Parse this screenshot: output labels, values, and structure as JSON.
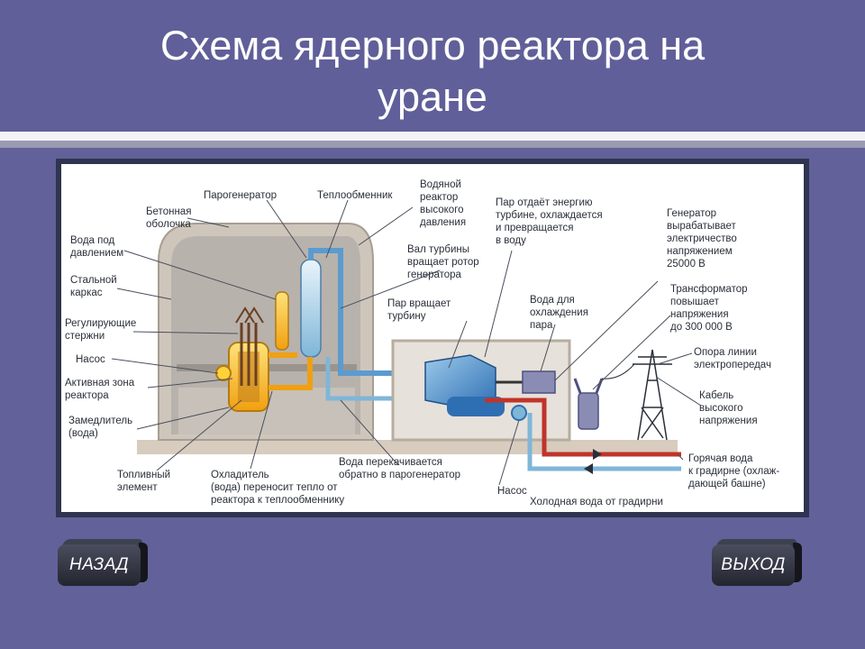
{
  "slide": {
    "title_line1": "Схема ядерного реактора на",
    "title_line2": "уране"
  },
  "diagram": {
    "labels": {
      "parogenerator": "Парогенератор",
      "teploobmennik": "Теплообменник",
      "vodyanoy_1": "Водяной",
      "vodyanoy_2": "реактор",
      "vodyanoy_3": "высокого",
      "vodyanoy_4": "давления",
      "betonnaya_1": "Бетонная",
      "betonnaya_2": "оболочка",
      "voda_pod_1": "Вода под",
      "voda_pod_2": "давлением",
      "stalnoy_1": "Стальной",
      "stalnoy_2": "каркас",
      "regul_1": "Регулирующие",
      "regul_2": "стержни",
      "nasos_left": "Насос",
      "aktiv_1": "Активная зона",
      "aktiv_2": "реактора",
      "zamed_1": "Замедлитель",
      "zamed_2": "(вода)",
      "toplivny_1": "Топливный",
      "toplivny_2": "элемент",
      "ohlad_1": "Охладитель",
      "ohlad_2": "(вода) переносит тепло от",
      "ohlad_3": "реактора к теплообменнику",
      "val_1": "Вал турбины",
      "val_2": "вращает ротор",
      "val_3": "генератора",
      "par_vr_1": "Пар вращает",
      "par_vr_2": "турбину",
      "par_otd_1": "Пар отдаёт энергию",
      "par_otd_2": "турбине, охлаждается",
      "par_otd_3": "и превращается",
      "par_otd_4": "в воду",
      "voda_ohl_1": "Вода для",
      "voda_ohl_2": "охлаждения",
      "voda_ohl_3": "пара",
      "gen_1": "Генератор",
      "gen_2": "вырабатывает",
      "gen_3": "электричество",
      "gen_4": "напряжением",
      "gen_5": "25000 В",
      "trans_1": "Трансформатор",
      "trans_2": "повышает",
      "trans_3": "напряжения",
      "trans_4": "до 300 000 В",
      "opora_1": "Опора линии",
      "opora_2": "электропередач",
      "kabel_1": "Кабель",
      "kabel_2": "высокого",
      "kabel_3": "напряжения",
      "voda_perek_1": "Вода перекачивается",
      "voda_perek_2": "обратно в парогенератор",
      "nasos_right": "Насос",
      "gor_1": "Горячая вода",
      "gor_2": "к градирне (охлаж-",
      "gor_3": "дающей башне)",
      "hol": "Холодная вода от градирни"
    }
  },
  "nav": {
    "back_label": "НАЗАД",
    "exit_label": "ВЫХОД"
  },
  "colors": {
    "background": "#62619a",
    "frame": "#2f3550",
    "hot_pipe": "#c0342b",
    "cold_pipe": "#7fb6d8",
    "fuel": "#f2b21c"
  }
}
